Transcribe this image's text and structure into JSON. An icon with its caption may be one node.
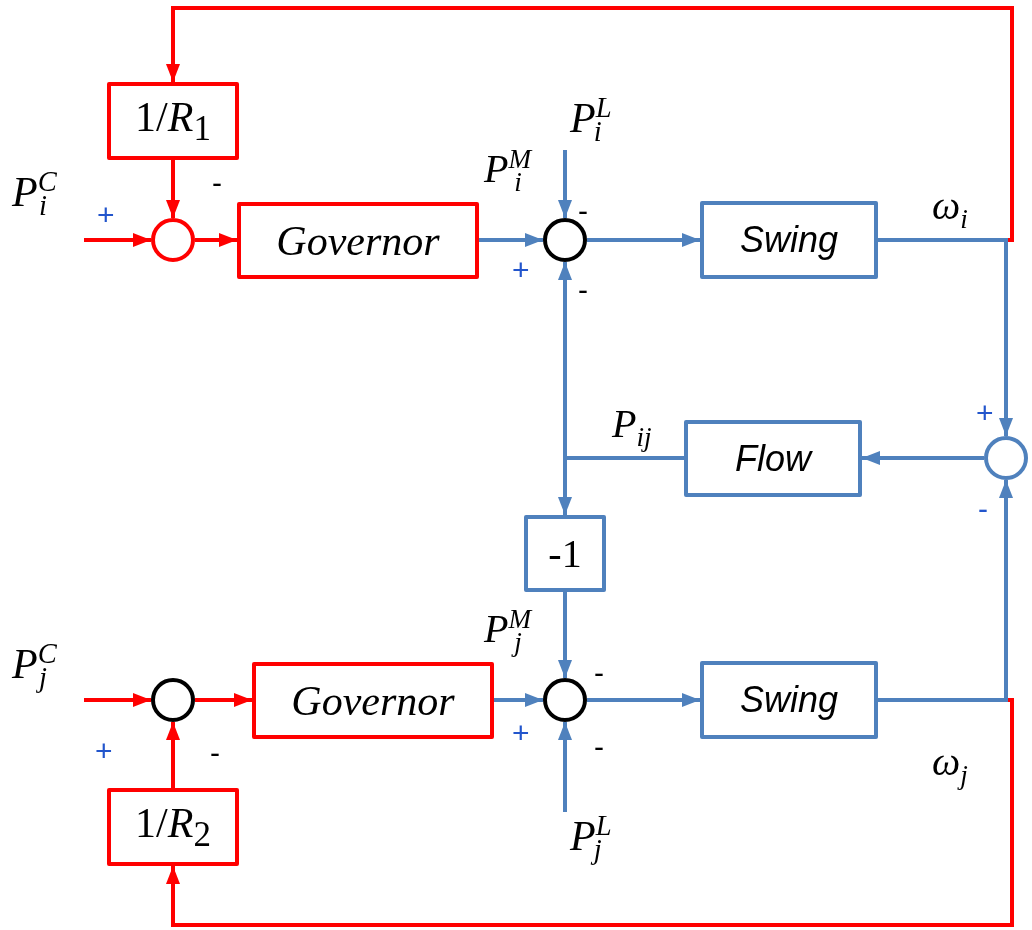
{
  "diagram": {
    "nodes": [
      {
        "text": [
          "1/*R*$_{1}$"
        ]
      },
      {
        "text": [],
        "shape": "circle"
      },
      {
        "text": [
          "Governor"
        ]
      },
      {
        "text": [],
        "shape": "circle"
      },
      {
        "text": [
          "Swing"
        ]
      },
      {
        "text": [
          "Flow"
        ]
      },
      {
        "text": [],
        "shape": "circle"
      },
      {
        "text": [
          "-1"
        ]
      },
      {
        "text": [],
        "shape": "circle"
      },
      {
        "text": [
          "Governor"
        ]
      },
      {
        "text": [],
        "shape": "circle"
      },
      {
        "text": [
          "Swing"
        ]
      },
      {
        "text": [
          "1/*R*$_{2}$"
        ]
      },
      {
        "text": [
          "P$^{C}$$_{i}$"
        ]
      },
      {
        "text": [
          "P$^{L}$$_{i}$"
        ]
      },
      {
        "text": [
          "P$^{C}$$_{j}$"
        ]
      },
      {
        "text": [
          "P$^{L}$$_{j}$"
        ]
      }
    ],
    "edges": [
      {
        "from": 13,
        "to": 1,
        "arrow": "to",
        "color": "#ff0000"
      },
      {
        "from": 0,
        "to": 1,
        "arrow": "to",
        "color": "#ff0000"
      },
      {
        "from": 1,
        "to": 2,
        "arrow": "to",
        "color": "#ff0000"
      },
      {
        "from": 2,
        "to": 3,
        "arrow": "to",
        "label": "P$^{M}$$_{i}$"
      },
      {
        "from": 14,
        "to": 3,
        "arrow": "to"
      },
      {
        "from": 3,
        "to": 4,
        "arrow": "to"
      },
      {
        "from": 4,
        "to": 0,
        "arrow": "to",
        "color": "#ff0000",
        "label": "ω$_{i}$"
      },
      {
        "from": 4,
        "to": 6,
        "arrow": "to"
      },
      {
        "from": 6,
        "to": 5,
        "arrow": "to"
      },
      {
        "from": 5,
        "to": 3,
        "arrow": "to",
        "label": "P$_{ij}$"
      },
      {
        "from": 5,
        "to": 7,
        "arrow": "to"
      },
      {
        "from": 7,
        "to": 10,
        "arrow": "to",
        "label": "P$^{M}$$_{j}$"
      },
      {
        "from": 15,
        "to": 8,
        "arrow": "to",
        "color": "#ff0000"
      },
      {
        "from": 12,
        "to": 8,
        "arrow": "to",
        "color": "#ff0000"
      },
      {
        "from": 8,
        "to": 9,
        "arrow": "to",
        "color": "#ff0000"
      },
      {
        "from": 9,
        "to": 10,
        "arrow": "to"
      },
      {
        "from": 16,
        "to": 10,
        "arrow": "to"
      },
      {
        "from": 10,
        "to": 11,
        "arrow": "to"
      },
      {
        "from": 11,
        "to": 6,
        "arrow": "to",
        "label": "ω$_{j}$"
      },
      {
        "from": 11,
        "to": 12,
        "arrow": "to",
        "color": "#ff0000"
      }
    ],
    "labels": [
      "-",
      "+",
      "-",
      "+",
      "-",
      "+",
      "-",
      "-",
      "+",
      "-",
      "+",
      "-"
    ]
  }
}
